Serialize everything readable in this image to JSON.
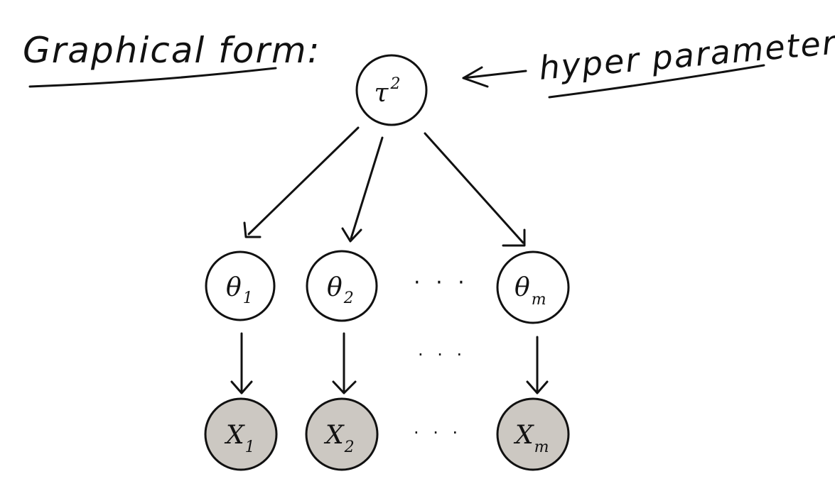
{
  "heading": "Graphical form:",
  "annotation": "hyper parameters",
  "colors": {
    "ink": "#111111",
    "observed_fill": "#ccc8c2",
    "latent_fill": "#ffffff"
  },
  "nodes": {
    "tau": {
      "main": "τ",
      "sub": "2"
    },
    "theta_1": {
      "main": "θ",
      "sub": "1"
    },
    "theta_2": {
      "main": "θ",
      "sub": "2"
    },
    "theta_m": {
      "main": "θ",
      "sub": "m"
    },
    "x_1": {
      "main": "X",
      "sub": "1"
    },
    "x_2": {
      "main": "X",
      "sub": "2"
    },
    "x_m": {
      "main": "X",
      "sub": "m"
    }
  },
  "ellipsis": {
    "theta_row": "· · ·",
    "arrow_row": "· · ·",
    "x_row": "· · ·"
  }
}
